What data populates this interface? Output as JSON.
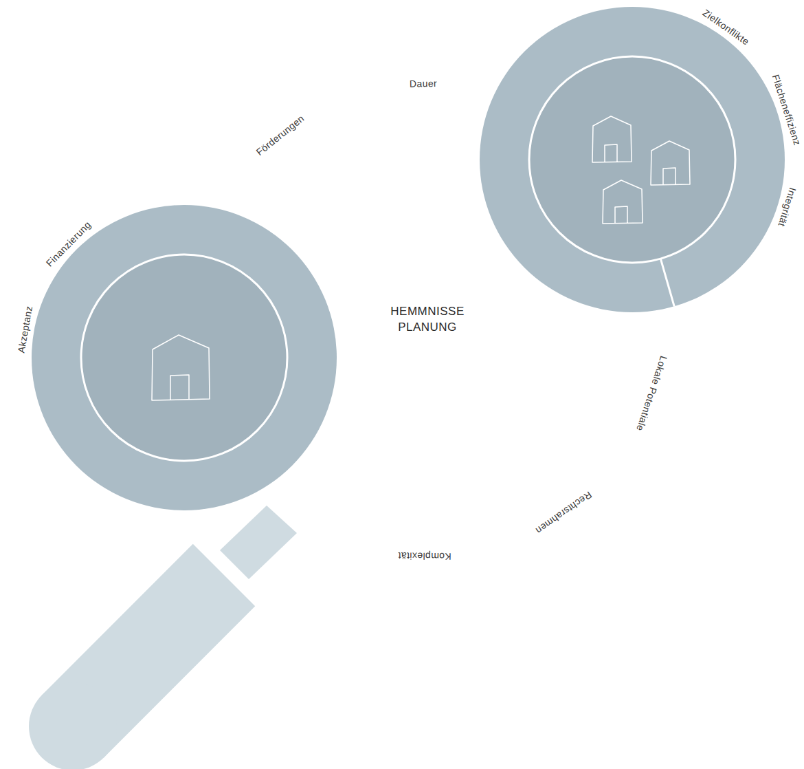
{
  "diagram": {
    "nodes": [
      {
        "text": [
          "HEMMNISSE PLANUNG"
        ]
      },
      {
        "text": [
          "Förderungen"
        ],
        "in": 0
      },
      {
        "text": [
          "Dauer"
        ],
        "in": 0
      },
      {
        "text": [
          "Lokale Potentiale"
        ],
        "in": 0
      },
      {
        "text": [
          "Rechtsrahmen"
        ],
        "in": 0
      },
      {
        "text": [
          "Komplexität"
        ],
        "in": 0
      },
      {
        "text": [
          "Akzeptanz"
        ]
      },
      {
        "text": [
          "Finanzierung"
        ]
      },
      {
        "text": [
          "Zielkonflikte"
        ]
      },
      {
        "text": [
          "Flächeneffizienz"
        ]
      },
      {
        "text": [
          "Integrität"
        ]
      }
    ]
  }
}
